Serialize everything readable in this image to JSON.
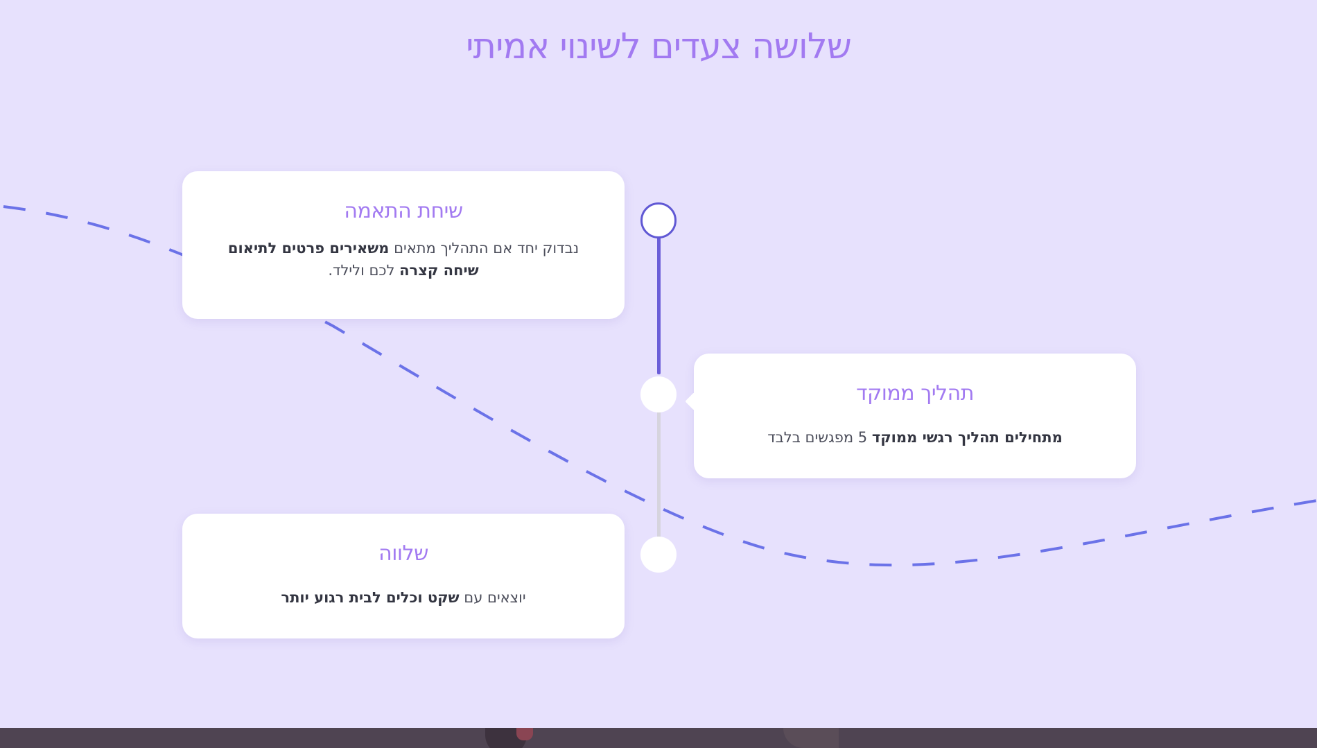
{
  "section": {
    "title": "שלושה צעדים לשינוי אמיתי"
  },
  "steps": [
    {
      "title": "שיחת התאמה",
      "desc_1": "נבדוק יחד אם התהליך מתאים ",
      "desc_bold_1": "משאירים פרטים לתיאום שיחה קצרה",
      "desc_2": " לכם ולילד."
    },
    {
      "title": "תהליך ממוקד",
      "desc_bold_1": "מתחילים תהליך רגשי ממוקד",
      "desc_2": " 5 מפגשים בלבד"
    },
    {
      "title": "שלווה",
      "desc_1": "יוצאים עם ",
      "desc_bold_1": "שקט וכלים לבית רגוע יותר"
    }
  ],
  "colors": {
    "background": "#e7e1fd",
    "accent": "#a27af1",
    "timeline_active": "#6b5ed8",
    "wave": "#6b72e8"
  }
}
